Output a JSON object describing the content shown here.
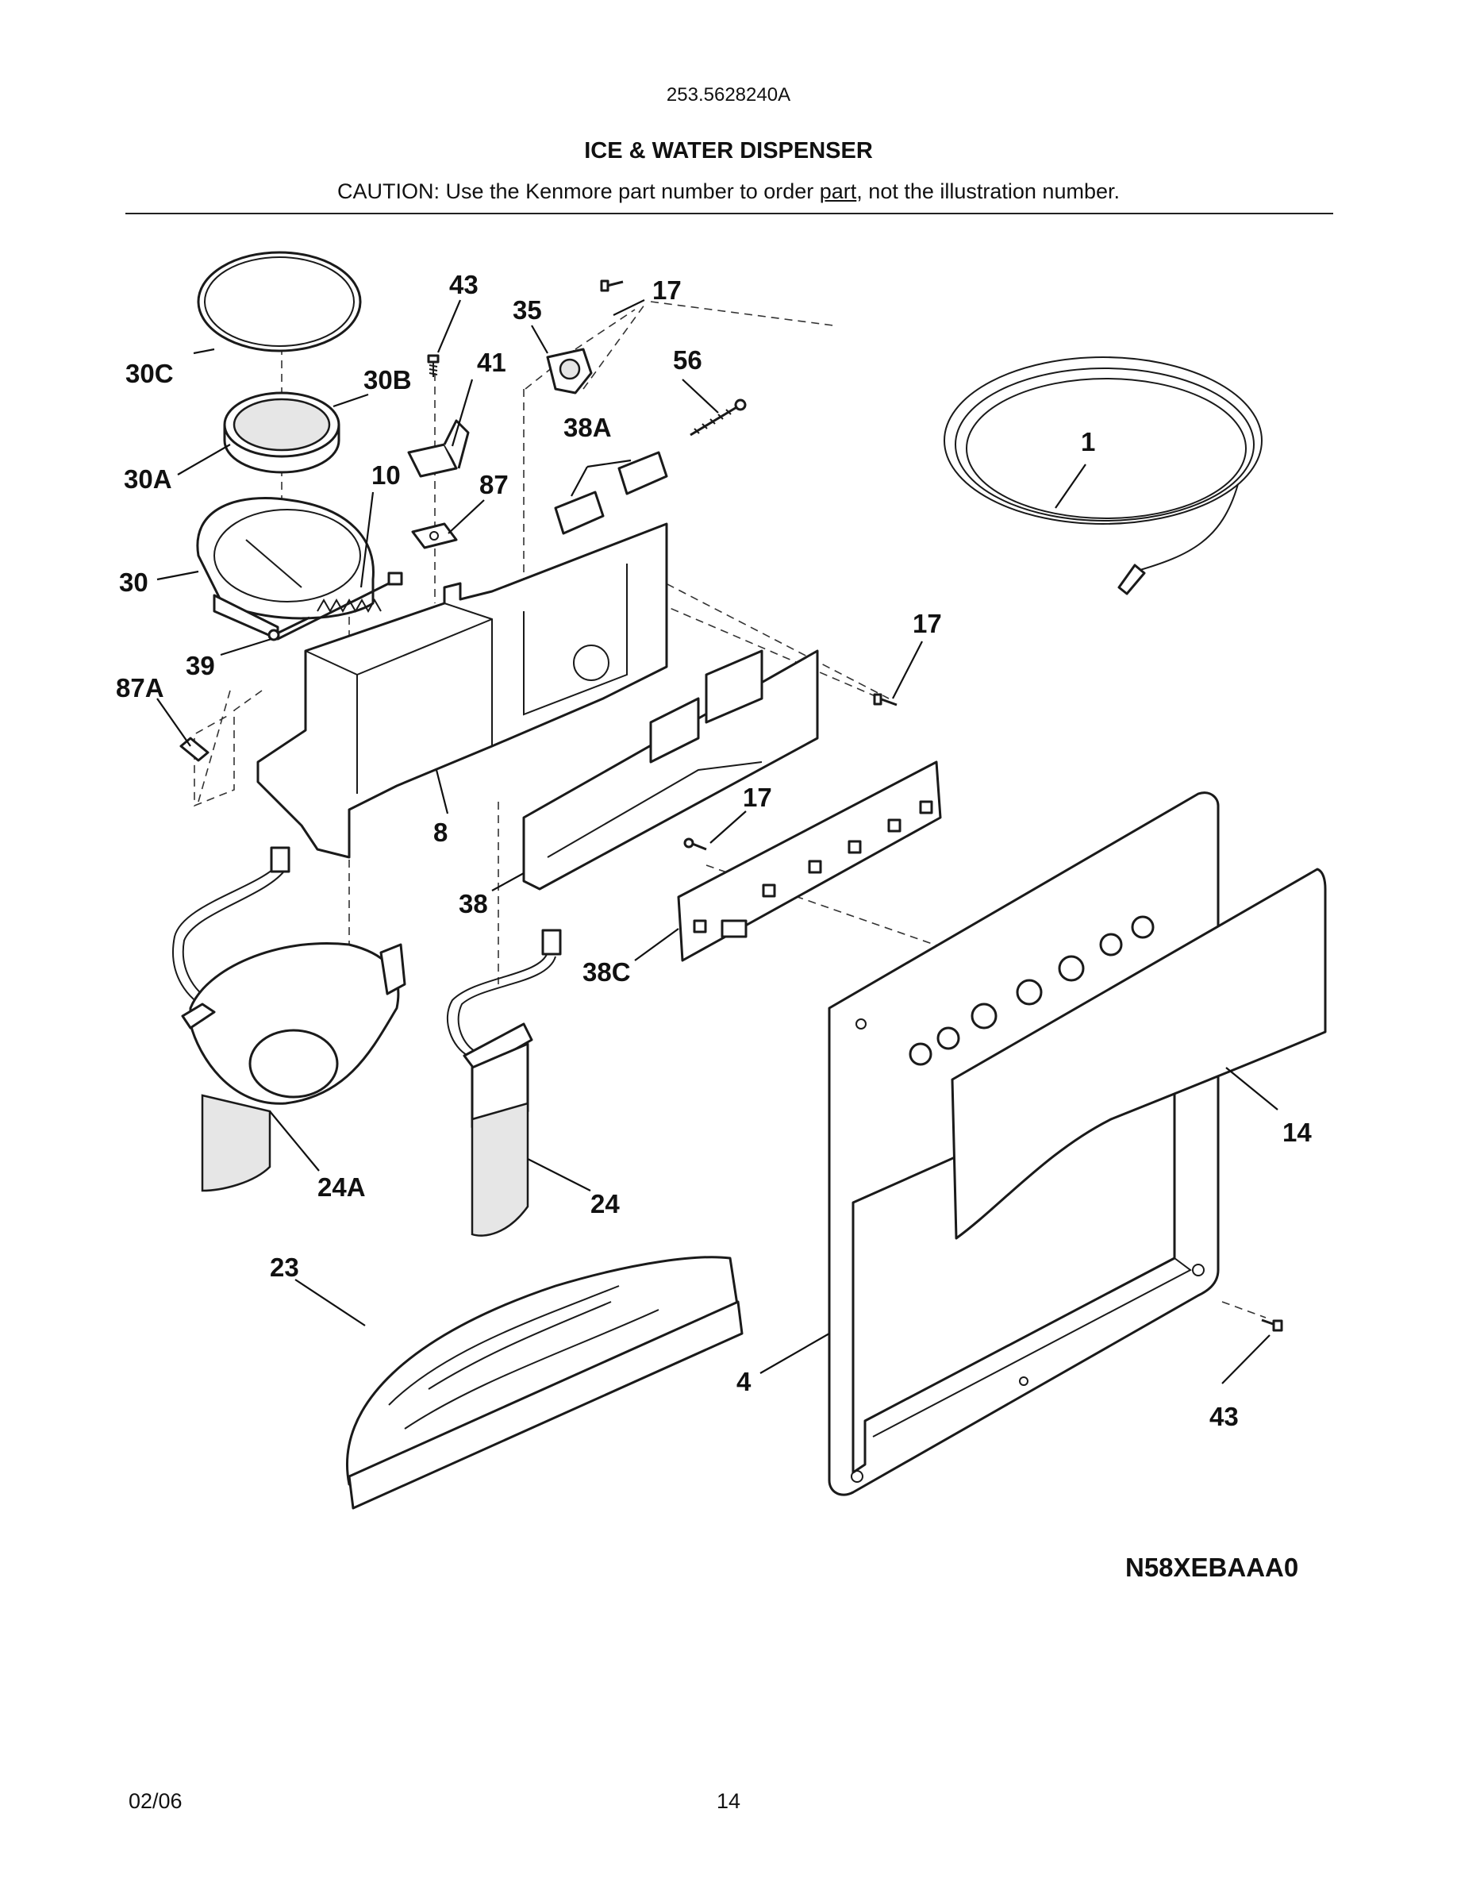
{
  "header": {
    "model_number": "253.5628240A",
    "title": "ICE & WATER DISPENSER",
    "caution_prefix": "CAUTION: Use the Kenmore part number to order ",
    "caution_underlined": "part",
    "caution_suffix": ", not the illustration number."
  },
  "callouts": {
    "c43_top": "43",
    "c35": "35",
    "c17_top": "17",
    "c30c": "30C",
    "c30b": "30B",
    "c41": "41",
    "c56": "56",
    "c38a": "38A",
    "c1": "1",
    "c30a": "30A",
    "c10": "10",
    "c87": "87",
    "c30": "30",
    "c17_mid": "17",
    "c39": "39",
    "c87a": "87A",
    "c8": "8",
    "c17_board": "17",
    "c38": "38",
    "c38c": "38C",
    "c14": "14",
    "c24a": "24A",
    "c24": "24",
    "c23": "23",
    "c4": "4",
    "c43_bottom": "43"
  },
  "diagram_code": "N58XEBAAA0",
  "footer": {
    "date": "02/06",
    "page": "14"
  }
}
